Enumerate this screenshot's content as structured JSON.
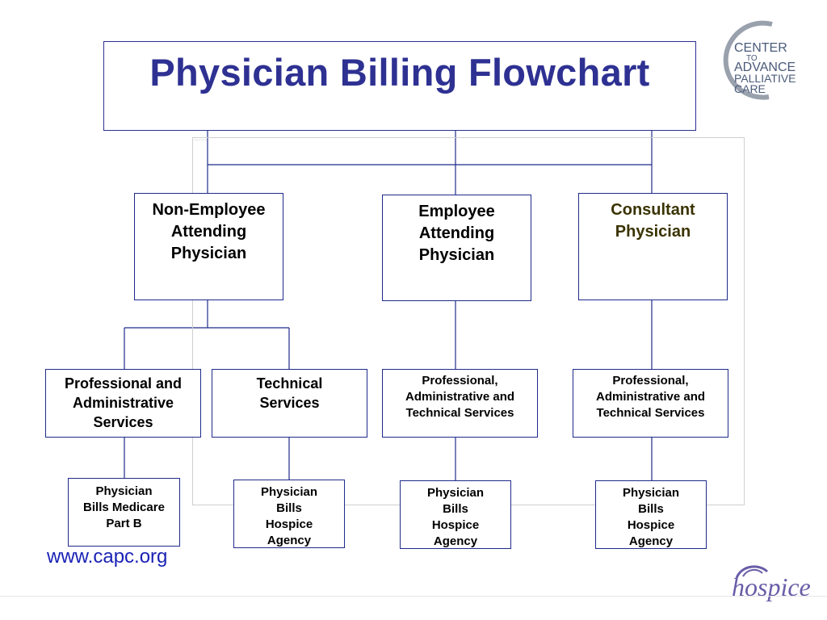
{
  "title": "Physician Billing Flowchart",
  "logo_capc": {
    "lines": [
      "CENTER",
      "TO",
      "ADVANCE",
      "PALLIATIVE",
      "CARE"
    ],
    "color": "#5a6b8c"
  },
  "logo_hospice": {
    "text": "hospice",
    "color": "#6a5da8"
  },
  "nodes": {
    "non_employee": "Non-Employee\nAttending\nPhysician",
    "employee": "Employee\nAttending\nPhysician",
    "consultant": "Consultant\nPhysician",
    "prof_admin": "Professional and\nAdministrative\nServices",
    "technical": "Technical\nServices",
    "pat_employee": "Professional,\nAdministrative and\nTechnical Services",
    "pat_consultant": "Professional,\nAdministrative and\nTechnical Services",
    "bills_medicare": "Physician\nBills Medicare\nPart B",
    "bills_hospice_1": "Physician\nBills\nHospice\nAgency",
    "bills_hospice_2": "Physician\nBills\nHospice\nAgency",
    "bills_hospice_3": "Physician\nBills\nHospice\nAgency"
  },
  "url": "www.capc.org",
  "colors": {
    "title": "#2e3192",
    "box_border": "#1f2a8a",
    "url": "#1a22b5",
    "consultant_text": "#3a3300"
  }
}
